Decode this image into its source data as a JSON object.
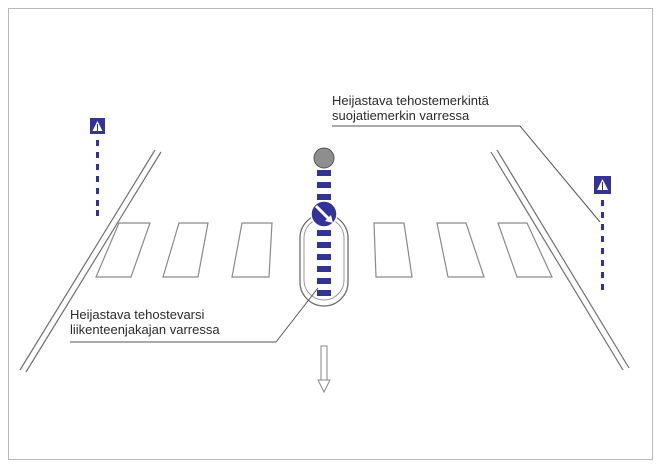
{
  "annotations": {
    "top_right": {
      "line1": "Heijastava tehostemerkintä",
      "line2": "suojatiemerkin varressa"
    },
    "bottom_left": {
      "line1": "Heijastava tehostevarsi",
      "line2": "liikenteenjakajan varressa"
    }
  },
  "colors": {
    "sign_blue": "#33339a",
    "road_line": "#707070",
    "marking_outline": "#8a8a8a",
    "beacon_gray": "#8e8e8e"
  }
}
